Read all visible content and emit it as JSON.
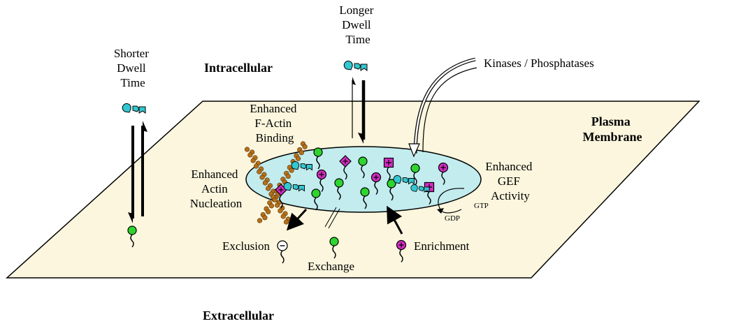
{
  "labels": {
    "intracellular": "Intracellular",
    "extracellular": "Extracellular",
    "plasma_membrane": [
      "Plasma",
      "Membrane"
    ],
    "shorter_dwell": [
      "Shorter",
      "Dwell",
      "Time"
    ],
    "longer_dwell": [
      "Longer",
      "Dwell",
      "Time"
    ],
    "kinases": "Kinases / Phosphatases",
    "f_actin": [
      "Enhanced",
      "F-Actin",
      "Binding"
    ],
    "nucleation": [
      "Enhanced",
      "Actin",
      "Nucleation"
    ],
    "gef": [
      "Enhanced",
      "GEF",
      "Activity"
    ],
    "gdp": "GDP",
    "gtp": "GTP",
    "exclusion": "Exclusion",
    "exchange": "Exchange",
    "enrichment": "Enrichment"
  },
  "colors": {
    "membrane_fill": "#fbf6dd",
    "domain_fill": "#c2ecee",
    "lipid_neutral": "#2fd42f",
    "lipid_charged": "#d22cc2",
    "protein": "#33c7cf",
    "actin": "#b5701a"
  }
}
